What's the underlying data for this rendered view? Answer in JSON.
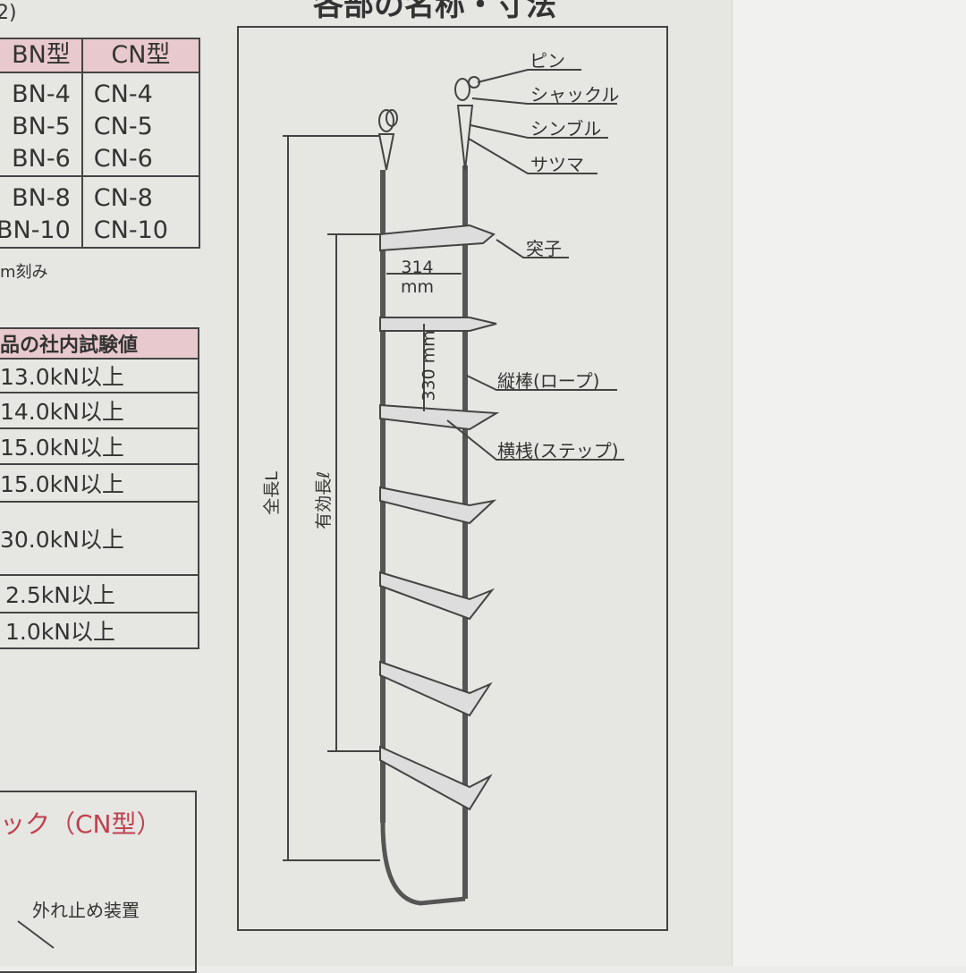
{
  "title": "各部の名称・寸法",
  "top_fragment": "2)",
  "model_table": {
    "headers": [
      "BN型",
      "CN型"
    ],
    "rows": [
      [
        "BN-4",
        "CN-4"
      ],
      [
        "BN-5",
        "CN-5"
      ],
      [
        "BN-6",
        "CN-6"
      ],
      [
        "BN-8",
        "CN-8"
      ],
      [
        "BN-10",
        "CN-10"
      ]
    ]
  },
  "model_note": "m刻み",
  "strength_table": {
    "header": "品の社内試験値",
    "rows": [
      "13.0kN以上",
      "14.0kN以上",
      "15.0kN以上",
      "15.0kN以上",
      "30.0kN以上",
      "2.5kN以上",
      "1.0kN以上"
    ]
  },
  "hook_box": {
    "title": "ック（CN型）",
    "label": "外れ止め装置"
  },
  "diagram": {
    "parts": [
      "ピン",
      "シャックル",
      "シンブル",
      "サツマ",
      "突子",
      "縦棒(ロープ)",
      "横桟(ステップ)"
    ],
    "width": "314",
    "width_unit": "mm",
    "pitch": "330",
    "pitch_unit": "mm",
    "total_length": "全長L",
    "effective_length": "有効長ℓ"
  },
  "colors": {
    "header_pink": "#e8c9cd",
    "accent_red": "#c0404f"
  }
}
